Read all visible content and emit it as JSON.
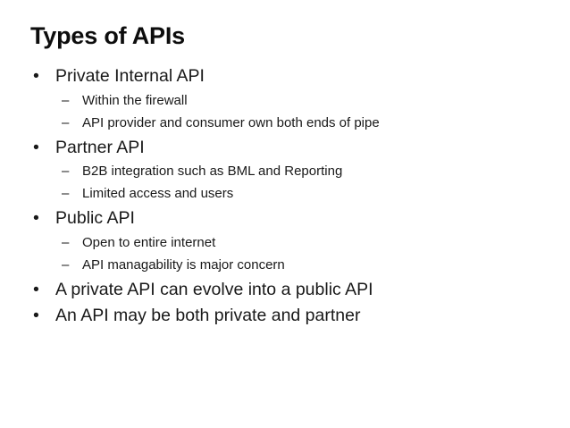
{
  "slide": {
    "title": "Types of APIs",
    "background_color": "#ffffff",
    "text_color": "#191919",
    "title_color": "#0d0d0d",
    "level1_marker": "•",
    "level2_marker": "–",
    "content": [
      {
        "level": 1,
        "text": "Private Internal API",
        "children": [
          {
            "level": 2,
            "text": "Within the firewall"
          },
          {
            "level": 2,
            "text": "API provider and consumer own both ends of pipe"
          }
        ]
      },
      {
        "level": 1,
        "text": "Partner API",
        "children": [
          {
            "level": 2,
            "text": "B2B integration such as BML and Reporting"
          },
          {
            "level": 2,
            "text": "Limited access and users"
          }
        ]
      },
      {
        "level": 1,
        "text": "Public API",
        "children": [
          {
            "level": 2,
            "text": "Open to entire internet"
          },
          {
            "level": 2,
            "text": "API managability is major concern"
          }
        ]
      },
      {
        "level": 1,
        "text": "A private API can evolve into a public API",
        "children": []
      },
      {
        "level": 1,
        "text": "An API may be both private and partner",
        "children": []
      }
    ]
  }
}
